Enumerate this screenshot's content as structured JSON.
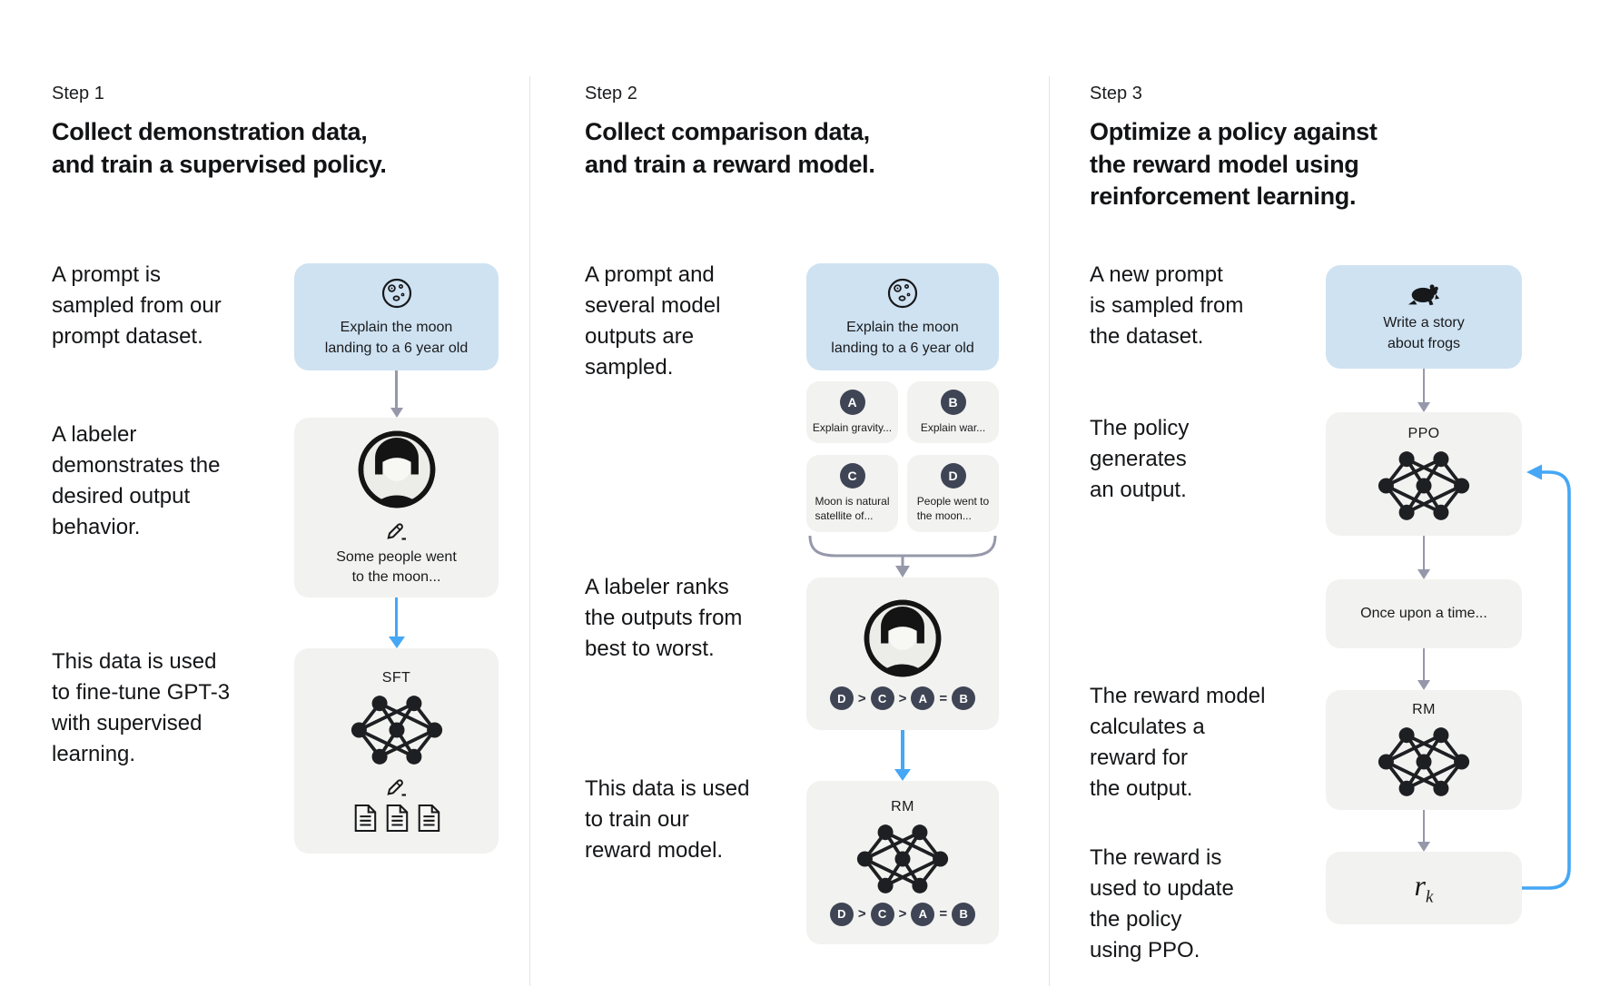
{
  "colors": {
    "prompt_box_blue": "#cfe2f2",
    "model_box_gray": "#f2f2f0",
    "badge_dark": "#3f4555",
    "arrow_gray": "#9698aa",
    "arrow_blue": "#45a7f5",
    "text": "#161719"
  },
  "columns": [
    {
      "step_label": "Step 1",
      "heading": "Collect demonstration data,\nand train a supervised policy.",
      "captions": {
        "c1": "A prompt is\nsampled from our\nprompt dataset.",
        "c2": "A labeler\ndemonstrates the\ndesired output\nbehavior.",
        "c3": "This data is used\nto fine-tune GPT-3\nwith supervised\nlearning."
      },
      "prompt_box": {
        "icon": "moon-icon",
        "text": "Explain the moon\nlanding to a 6 year old"
      },
      "labeler_box": {
        "icon": "labeler-avatar",
        "tool_icon": "pencil-icon",
        "text": "Some people went\nto the moon..."
      },
      "model_box": {
        "label": "SFT",
        "icons": [
          "network-icon",
          "pencil-icon",
          "document-icon",
          "document-icon",
          "document-icon"
        ]
      }
    },
    {
      "step_label": "Step 2",
      "heading": "Collect comparison data,\nand train a reward model.",
      "captions": {
        "c1": "A prompt and\nseveral model\noutputs are\nsampled.",
        "c2": "A labeler ranks\nthe outputs from\nbest to worst.",
        "c3": "This data is used\nto train our\nreward model."
      },
      "prompt_box": {
        "icon": "moon-icon",
        "text": "Explain the moon\nlanding to a 6 year old"
      },
      "output_cards": [
        {
          "letter": "A",
          "text": "Explain gravity..."
        },
        {
          "letter": "B",
          "text": "Explain war..."
        },
        {
          "letter": "C",
          "text": "Moon is natural\nsatellite of..."
        },
        {
          "letter": "D",
          "text": "People went to\nthe moon..."
        }
      ],
      "labeler_box": {
        "icon": "labeler-avatar"
      },
      "ranking": {
        "r1": "D",
        "op1": ">",
        "r2": "C",
        "op2": ">",
        "r3": "A",
        "op3": "=",
        "r4": "B"
      },
      "model_box": {
        "label": "RM",
        "icons": [
          "network-icon"
        ]
      }
    },
    {
      "step_label": "Step 3",
      "heading": "Optimize a policy against\nthe reward model using\nreinforcement learning.",
      "captions": {
        "c1": "A new prompt\nis sampled from\nthe dataset.",
        "c2": "The policy\ngenerates\nan output.",
        "c3": "The reward model\ncalculates a\nreward for\nthe output.",
        "c4": "The reward is\nused to update\nthe policy\nusing PPO."
      },
      "prompt_box": {
        "icon": "frog-icon",
        "text": "Write a story\nabout frogs"
      },
      "ppo_box": {
        "label": "PPO",
        "icons": [
          "network-icon"
        ]
      },
      "output_box": {
        "text": "Once upon a time..."
      },
      "rm_box": {
        "label": "RM",
        "icons": [
          "network-icon"
        ]
      },
      "reward_box": {
        "base": "r",
        "sub": "k"
      }
    }
  ]
}
